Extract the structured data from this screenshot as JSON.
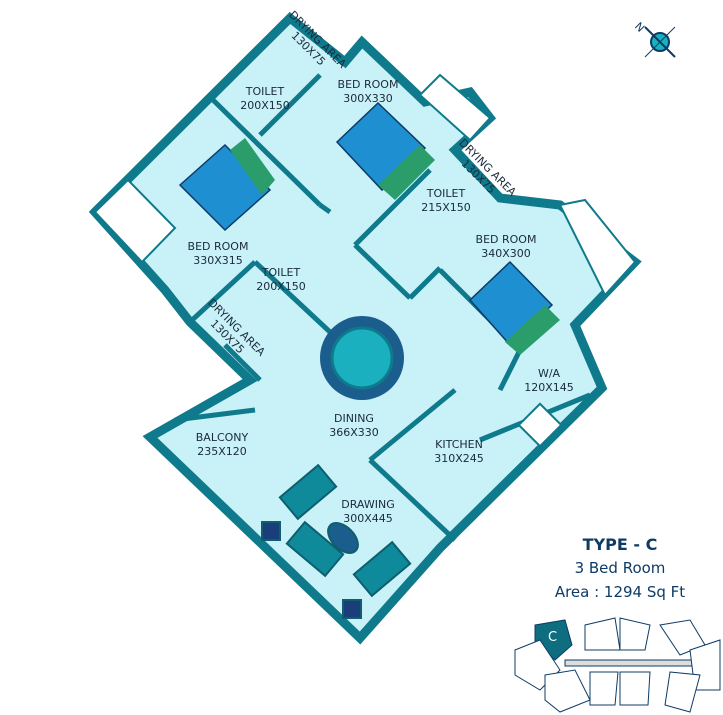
{
  "colors": {
    "wall": "#0e7a8c",
    "floor": "#c9f1f8",
    "furniture": "#1aa9e0",
    "accent": "#0d3b66"
  },
  "rooms": [
    {
      "name": "TOILET",
      "size": "200X150"
    },
    {
      "name": "BED ROOM",
      "size": "300X330"
    },
    {
      "name": "BED ROOM",
      "size": "330X315"
    },
    {
      "name": "TOILET",
      "size": "215X150"
    },
    {
      "name": "BED ROOM",
      "size": "340X300"
    },
    {
      "name": "TOILET",
      "size": "200X150"
    },
    {
      "name": "DINING",
      "size": "366X330"
    },
    {
      "name": "W/A",
      "size": "120X145"
    },
    {
      "name": "BALCONY",
      "size": "235X120"
    },
    {
      "name": "KITCHEN",
      "size": "310X245"
    },
    {
      "name": "DRAWING",
      "size": "300X445"
    }
  ],
  "drying_areas": [
    {
      "name": "DRYING AREA",
      "size": "130X75"
    },
    {
      "name": "DRYING AREA",
      "size": "130X75"
    },
    {
      "name": "DRYING AREA",
      "size": "130X75"
    }
  ],
  "compass": {
    "label": "N"
  },
  "info": {
    "type": "TYPE - C",
    "bedrooms": "3  Bed Room",
    "area": "Area : 1294 Sq Ft"
  },
  "key_plan": {
    "label": "C"
  }
}
